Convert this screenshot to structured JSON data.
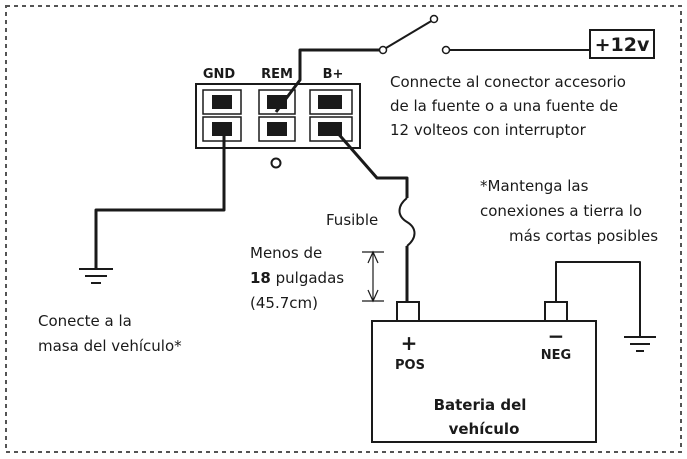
{
  "terminals": {
    "gnd": "GND",
    "rem": "REM",
    "bplus": "B+"
  },
  "supply": {
    "label": "+12v"
  },
  "notes": {
    "accessory": [
      "Connecte al conector accesorio",
      "de la fuente o a una fuente de",
      "12 volteos con interruptor"
    ],
    "ground_short": [
      "*Mantenga las",
      "conexiones a tierra lo",
      "más cortas posibles"
    ],
    "vehicle_ground": [
      "Conecte a la",
      "masa del vehículo*"
    ]
  },
  "fuse": {
    "label": "Fusible",
    "distance": {
      "line1": "Menos de",
      "line2_value": "18",
      "line2_unit": " pulgadas",
      "line3": "(45.7cm)"
    }
  },
  "battery": {
    "pos_symbol": "+",
    "pos_label": "POS",
    "neg_symbol": "−",
    "neg_label": "NEG",
    "title_line1": "Bateria del",
    "title_line2": "vehículo"
  },
  "colors": {
    "line": "#1a1a1a",
    "border": "#555555"
  }
}
